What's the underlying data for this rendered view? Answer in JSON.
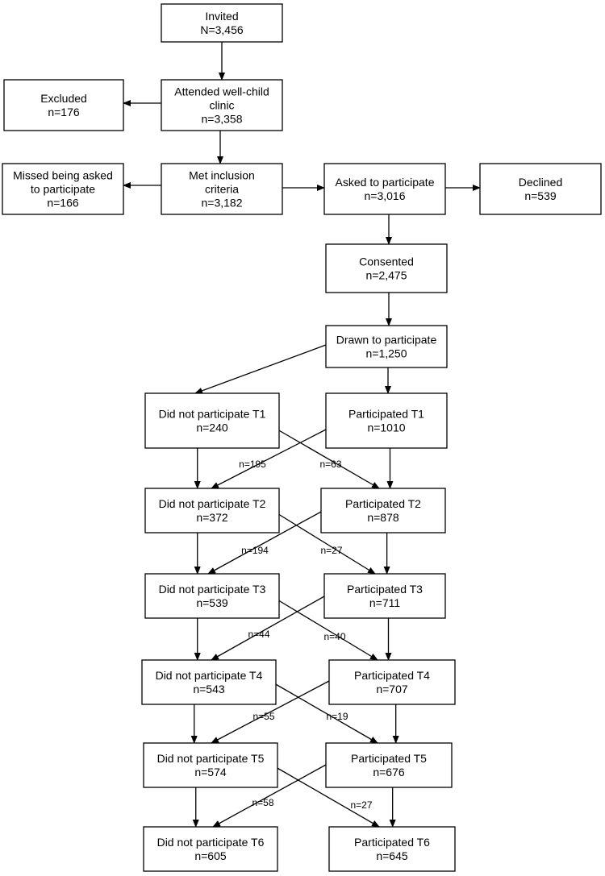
{
  "nodes": {
    "invited": [
      "Invited",
      "N=3,456"
    ],
    "excluded": [
      "Excluded",
      "n=176"
    ],
    "attended": [
      "Attended well-child",
      "clinic",
      "n=3,358"
    ],
    "missed": [
      "Missed being asked",
      "to participate",
      "n=166"
    ],
    "met": [
      "Met inclusion",
      "criteria",
      "n=3,182"
    ],
    "asked": [
      "Asked to participate",
      "n=3,016"
    ],
    "declined": [
      "Declined",
      "n=539"
    ],
    "consented": [
      "Consented",
      "n=2,475"
    ],
    "drawn": [
      "Drawn to participate",
      "n=1,250"
    ],
    "dnp_t1": [
      "Did not participate T1",
      "n=240"
    ],
    "p_t1": [
      "Participated T1",
      "n=1010"
    ],
    "dnp_t2": [
      "Did not participate T2",
      "n=372"
    ],
    "p_t2": [
      "Participated T2",
      "n=878"
    ],
    "dnp_t3": [
      "Did not participate T3",
      "n=539"
    ],
    "p_t3": [
      "Participated T3",
      "n=711"
    ],
    "dnp_t4": [
      "Did not participate T4",
      "n=543"
    ],
    "p_t4": [
      "Participated T4",
      "n=707"
    ],
    "dnp_t5": [
      "Did not participate T5",
      "n=574"
    ],
    "p_t5": [
      "Participated T5",
      "n=676"
    ],
    "dnp_t6": [
      "Did not participate T6",
      "n=605"
    ],
    "p_t6": [
      "Participated T6",
      "n=645"
    ]
  },
  "crossover_labels": {
    "t1_t2_to_nonparticipant": "n=195",
    "t1_t2_to_participant": "n=63",
    "t2_t3_to_nonparticipant": "n=194",
    "t2_t3_to_participant": "n=27",
    "t3_t4_to_nonparticipant": "n=44",
    "t3_t4_to_participant": "n=40",
    "t4_t5_to_nonparticipant": "n=55",
    "t4_t5_to_participant": "n=19",
    "t5_t6_to_nonparticipant": "n=58",
    "t5_t6_to_participant": "n=27"
  },
  "colors": {
    "stroke": "#000000",
    "fill": "#ffffff",
    "text": "#000000"
  }
}
